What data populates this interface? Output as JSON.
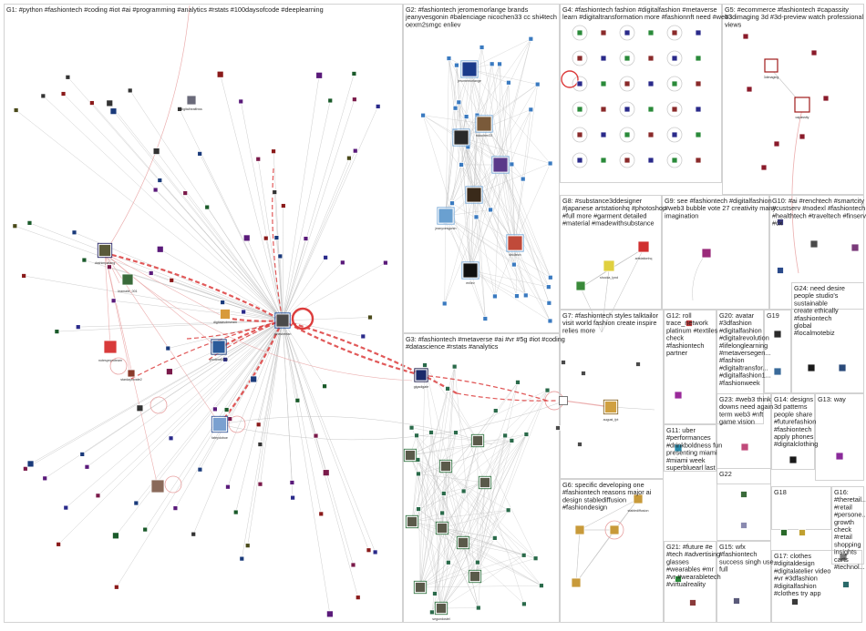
{
  "title": "",
  "groups": [
    {
      "id": "G1",
      "lines": [
        "G1: #python #fashiontech #coding #iot #ai #programming #analytics #rstats #100daysofcode #deeplearning"
      ]
    },
    {
      "id": "G2",
      "lines": [
        "G2: #fashiontech jeromemorlange brands",
        "jeanyvesgonin #balenciage nicochen33 cc shi4tech",
        "oexm2smgc enliev"
      ]
    },
    {
      "id": "G3",
      "lines": [
        "G3: #fashiontech #metaverse #ai #vr #5g #iot #coding",
        "#datascience #rstats #analytics"
      ]
    },
    {
      "id": "G4",
      "lines": [
        "G4: #fashiontech fashion #digitalfashion #metaverse",
        "learn #digitaltransformation more #fashionnft need #web3"
      ]
    },
    {
      "id": "G5",
      "lines": [
        "G5: #ecommerce #fashiontech #capassity",
        "#3dimaging 3d #3d-preview watch professional",
        "views"
      ]
    },
    {
      "id": "G6",
      "lines": [
        "G6: specific developing one",
        "#fashiontech reasons major ai",
        "design stablediffusion",
        "#fashiondesign"
      ]
    },
    {
      "id": "G7",
      "lines": [
        "G7: #fashiontech styles talktailor",
        "visit world fashion create inspire",
        "relies more"
      ]
    },
    {
      "id": "G8",
      "lines": [
        "G8: #substance3ddesigner",
        "#japanese artstationhq #photoshop",
        "#full more #garment detailed",
        "#material #madewithsubstance"
      ]
    },
    {
      "id": "G9",
      "lines": [
        "G9: see #fashiontech #digitalfashion",
        "#web3 bubble vote 27 creativity many",
        "imagination"
      ]
    },
    {
      "id": "G10",
      "lines": [
        "G10: #ai #renchtech #smartcity",
        "#custserv #nodexl #fashiontech",
        "#healthtech #traveltech #finserv",
        "#cx"
      ]
    },
    {
      "id": "G11",
      "lines": [
        "G11: uber",
        "#performances",
        "#drinkboldness fun",
        "presenting miami",
        "#miami week",
        "superbluearl last"
      ]
    },
    {
      "id": "G12",
      "lines": [
        "G12: roll",
        "trace_network",
        "platinum #textiles",
        "check",
        "#fashiontech",
        "partner"
      ]
    },
    {
      "id": "G13",
      "lines": [
        "G13: way"
      ]
    },
    {
      "id": "G14",
      "lines": [
        "G14: designs",
        "3d patterns",
        "people share",
        "#futurefashion",
        "#fashiontech",
        "apply phones",
        "#digitalclothing"
      ]
    },
    {
      "id": "G15",
      "lines": [
        "G15: wfx",
        "#fashiontech",
        "success singh use",
        "full"
      ]
    },
    {
      "id": "G16",
      "lines": [
        "G16:",
        "#theretail...",
        "#retail",
        "#persone...",
        "growth",
        "check",
        "#retail",
        "shopping",
        "insights",
        "carts",
        "#technol..."
      ]
    },
    {
      "id": "G17",
      "lines": [
        "G17: clothes",
        "#digitaldesign",
        "#digitalatelier video",
        "#vr #3dfashion",
        "#digitalfashion",
        "#clothes try app"
      ]
    },
    {
      "id": "G18",
      "lines": [
        "G18"
      ]
    },
    {
      "id": "G19",
      "lines": [
        "G19"
      ]
    },
    {
      "id": "G20",
      "lines": [
        "G20: avatar",
        "#3dfashion",
        "#digitalfashion",
        "#digitalrevolution",
        "#lifelonglearning",
        "#metaversegen...",
        "#fashion",
        "#digitaltransfor...",
        "#digitalfashion1...",
        "#fashionweek"
      ]
    },
    {
      "id": "G21",
      "lines": [
        "G21: #future #e",
        "#tech #advertising",
        "glasses",
        "#wearables #mr",
        "#vr #wearabletech",
        "#virtualreality"
      ]
    },
    {
      "id": "G22",
      "lines": [
        "G22"
      ]
    },
    {
      "id": "G23",
      "lines": [
        "G23: #web3 think",
        "downs need again",
        "term web3 #nft",
        "game vision"
      ]
    },
    {
      "id": "G24",
      "lines": [
        "G24: need desire",
        "people studio's",
        "sustainable",
        "create ethically",
        "#fashiontech",
        "global",
        "#localmotebiz"
      ]
    }
  ],
  "node_labels": [
    "digitalhealthws",
    "dashimpafang",
    "leamaile_001",
    "digitalavdnseam",
    "pinesbertan",
    "prodera0010",
    "notespeproteam",
    "stardaymvate2",
    "fafeydoboe",
    "jeromemorlange",
    "jeanyvesgonin",
    "nicochen33",
    "enliev",
    "shi4tech",
    "talktailor",
    "gigadigate",
    "august_fpt",
    "shocka_lynd",
    "artstationhq",
    "stablediffusion",
    "capassity",
    "3dimaging",
    "smallsetdeur",
    "plaintailor",
    "fashiontech_nd",
    "nanotech_",
    "clukjs_aa",
    "segundostel"
  ],
  "colors": {
    "panel_border": "#c8c8c8",
    "edge_light": "#bdbdbd",
    "edge_red": "#dc3c3c",
    "edge_pink": "#e8a0a0",
    "hub_outline": "#1a4fa0"
  }
}
